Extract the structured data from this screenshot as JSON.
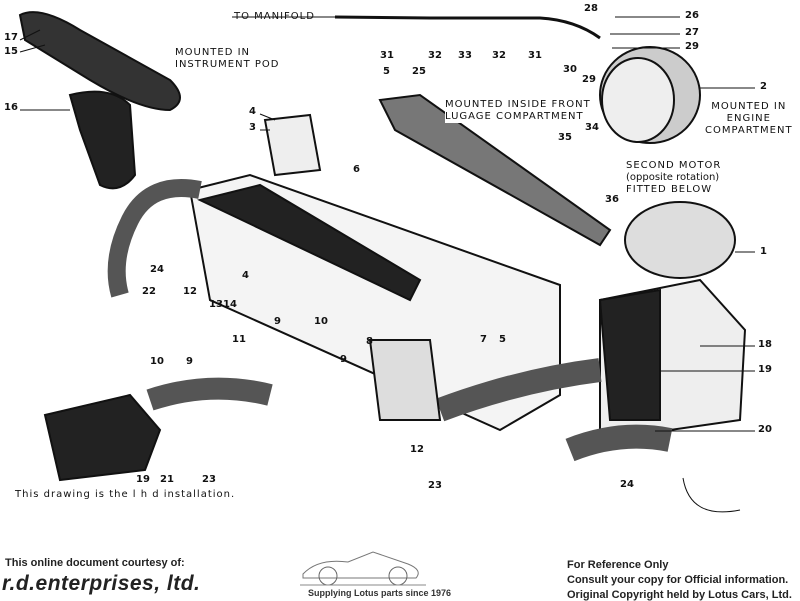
{
  "diagram": {
    "labels": {
      "to_manifold": "TO MANIFOLD",
      "instrument_pod": [
        "MOUNTED IN",
        "INSTRUMENT POD"
      ],
      "front_luggage": [
        "MOUNTED INSIDE FRONT",
        "LUGAGE COMPARTMENT"
      ],
      "engine_compartment": [
        "MOUNTED IN",
        "ENGINE",
        "COMPARTMENT"
      ],
      "second_motor": [
        "SECOND MOTOR",
        "(opposite rotation)",
        "FITTED BELOW"
      ],
      "lhd_note": "This drawing is the l h d installation."
    },
    "callouts": [
      "31",
      "32",
      "33",
      "32",
      "31",
      "28",
      "26",
      "27",
      "29",
      "30",
      "29",
      "2",
      "34",
      "35",
      "36",
      "1",
      "18",
      "19",
      "20",
      "24",
      "17",
      "15",
      "16",
      "4",
      "3",
      "5",
      "25",
      "6",
      "24",
      "22",
      "12",
      "4",
      "13",
      "14",
      "9",
      "11",
      "10",
      "10",
      "9",
      "8",
      "9",
      "7",
      "5",
      "12",
      "23",
      "19",
      "21",
      "23"
    ]
  },
  "footer": {
    "courtesy": "This online document courtesy of:",
    "brand": "r.d.enterprises, ltd.",
    "tagline": "Supplying Lotus parts since 1976",
    "ref1": "For Reference Only",
    "ref2": "Consult your copy for Official information.",
    "ref3": "Original Copyright held by Lotus Cars, Ltd."
  }
}
